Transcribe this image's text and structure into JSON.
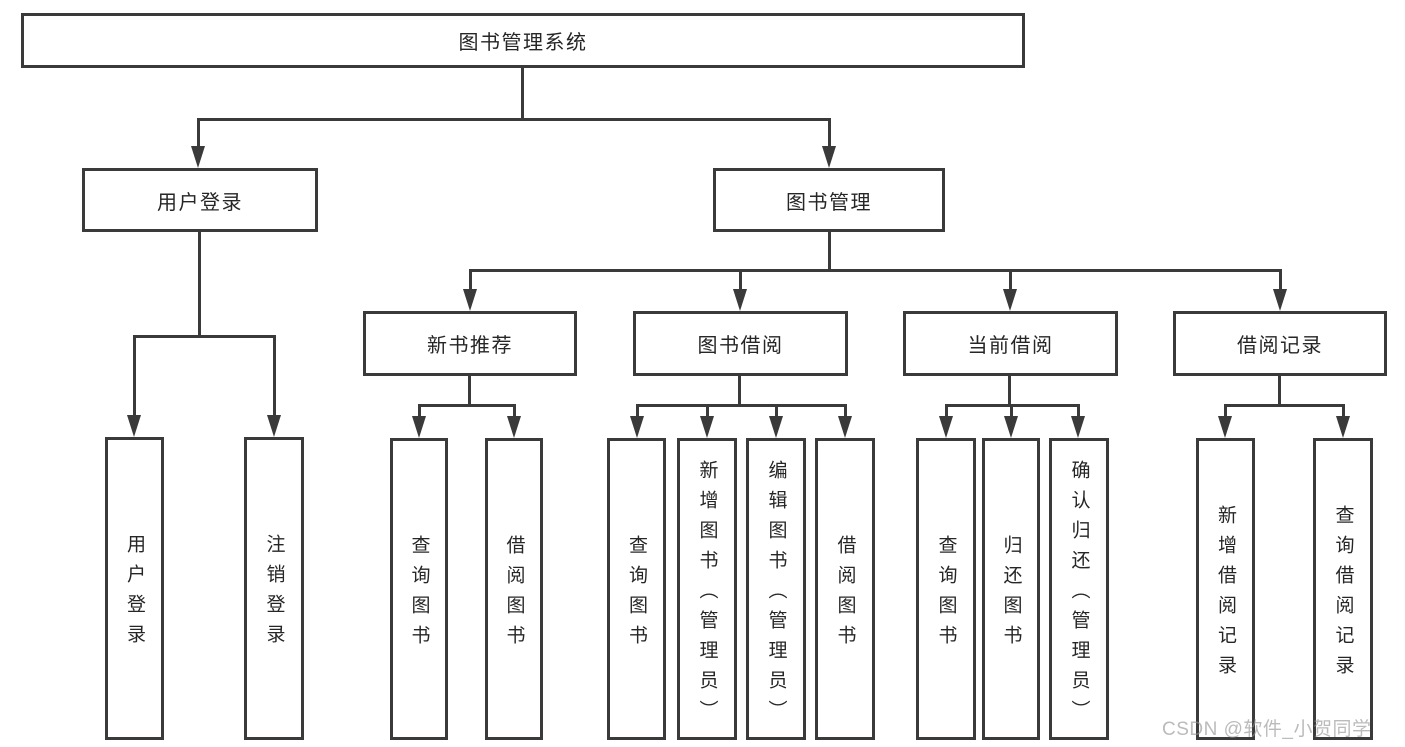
{
  "diagram": {
    "root": {
      "label": "图书管理系统"
    },
    "branches": [
      {
        "label": "用户登录",
        "children": [
          {
            "label": "用户登录"
          },
          {
            "label": "注销登录"
          }
        ]
      },
      {
        "label": "图书管理",
        "children": [
          {
            "label": "新书推荐",
            "children": [
              {
                "label": "查询图书"
              },
              {
                "label": "借阅图书"
              }
            ]
          },
          {
            "label": "图书借阅",
            "children": [
              {
                "label": "查询图书"
              },
              {
                "label": "新增图书（管理员）"
              },
              {
                "label": "编辑图书（管理员）"
              },
              {
                "label": "借阅图书"
              }
            ]
          },
          {
            "label": "当前借阅",
            "children": [
              {
                "label": "查询图书"
              },
              {
                "label": "归还图书"
              },
              {
                "label": "确认归还（管理员）"
              }
            ]
          },
          {
            "label": "借阅记录",
            "children": [
              {
                "label": "新增借阅记录"
              },
              {
                "label": "查询借阅记录"
              }
            ]
          }
        ]
      }
    ]
  },
  "watermark": {
    "text": "CSDN @软件_小贺同学"
  },
  "colors": {
    "line": "#3a3a3a",
    "text": "#262626",
    "background": "#ffffff",
    "watermark": "#bdbdbd"
  }
}
